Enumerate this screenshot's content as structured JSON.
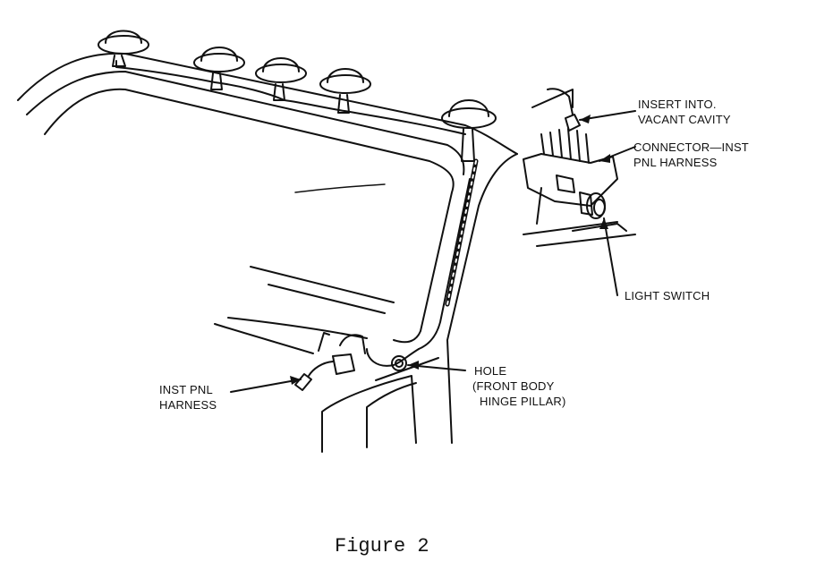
{
  "labels": {
    "insert_line1": "INSERT INTO.",
    "insert_line2": "VACANT CAVITY",
    "connector_line1": "CONNECTOR—INST",
    "connector_line2": "PNL HARNESS",
    "light_switch": "LIGHT SWITCH",
    "hole_line1": "HOLE",
    "hole_line2": "(FRONT BODY",
    "hole_line3": "HINGE PILLAR)",
    "harness_line1": "INST PNL",
    "harness_line2": "HARNESS"
  },
  "caption": "Figure 2",
  "colors": {
    "ink": "#111111",
    "paper": "#ffffff"
  }
}
